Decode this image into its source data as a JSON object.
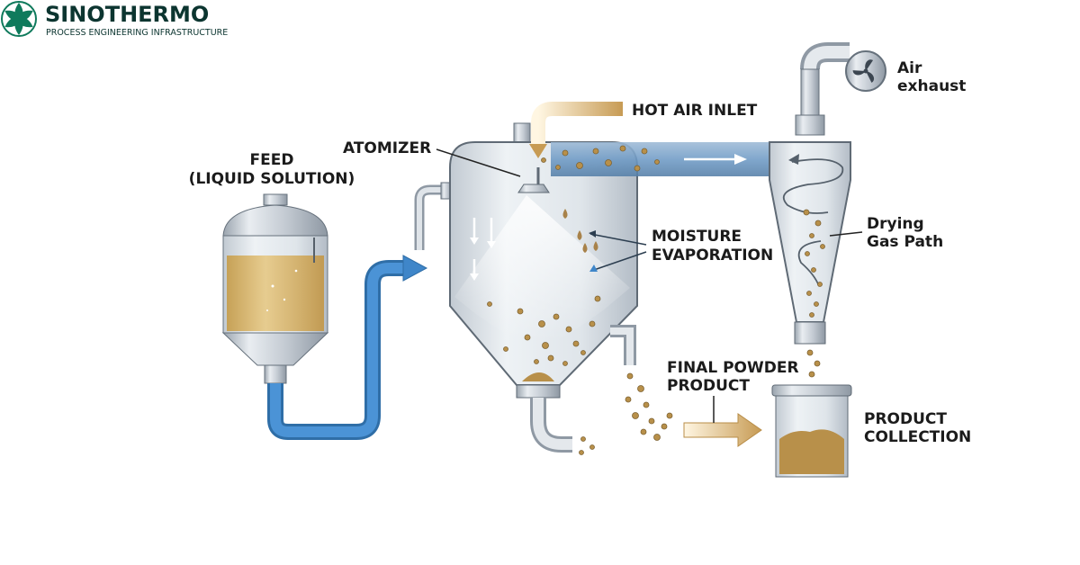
{
  "brand": {
    "name": "SINOTHERMO",
    "tagline": "PROCESS ENGINEERING INFRASTRUCTURE",
    "color": "#0f7a5c"
  },
  "labels": {
    "feed_line1": "FEED",
    "feed_line2": "(LIQUID SOLUTION)",
    "atomizer": "ATOMIZER",
    "hot_air_inlet": "HOT AIR INLET",
    "moisture_line1": "MOISTURE",
    "moisture_line2": "EVAPORATION",
    "air_exhaust_line1": "Air",
    "air_exhaust_line2": "exhaust",
    "drying_line1": "Drying",
    "drying_line2": "Gas Path",
    "final_line1": "FINAL POWDER",
    "final_line2": "PRODUCT",
    "collection_line1": "PRODUCT",
    "collection_line2": "COLLECTION"
  },
  "colors": {
    "feed_pipe": "#3f86c9",
    "hot_air": "#c9a565",
    "gas_duct": "#6f9bc6",
    "powder": "#b8904a",
    "liquid": "#d9b86a",
    "steel": "#c9d0d8"
  }
}
